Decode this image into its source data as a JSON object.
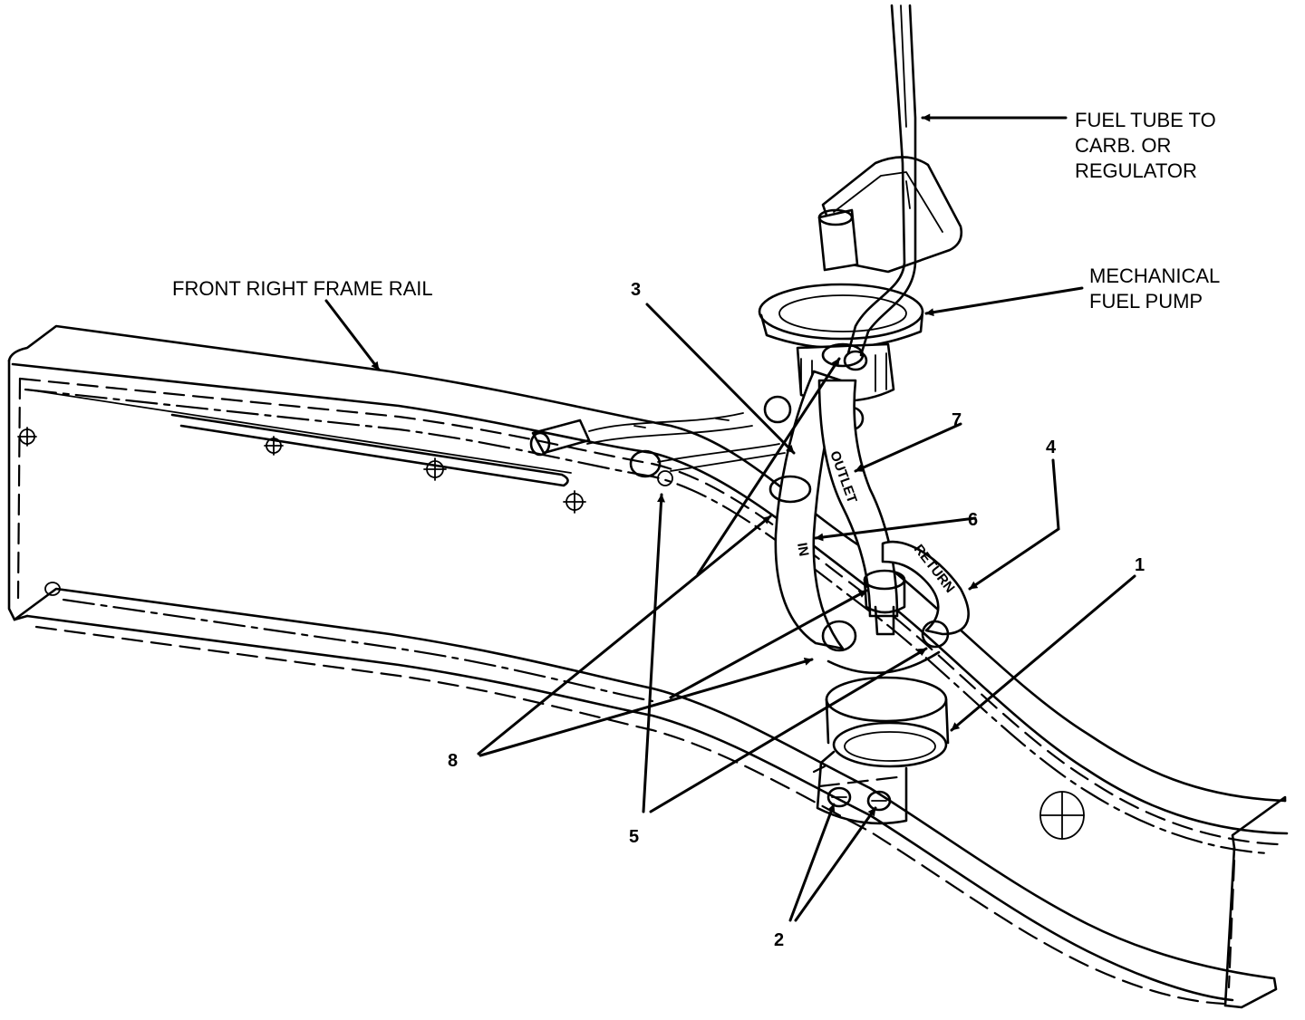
{
  "labels": {
    "fuel_tube": [
      "FUEL TUBE TO",
      "CARB. OR",
      "REGULATOR"
    ],
    "mechanical_pump": [
      "MECHANICAL",
      "FUEL PUMP"
    ],
    "frame_rail": "FRONT RIGHT FRAME RAIL"
  },
  "callouts": {
    "c1": "1",
    "c2": "2",
    "c3": "3",
    "c4": "4",
    "c5": "5",
    "c6": "6",
    "c7": "7",
    "c8": "8"
  },
  "hose_text": {
    "inlet": "IN",
    "outlet": "OUTLET",
    "return": "RETURN"
  }
}
